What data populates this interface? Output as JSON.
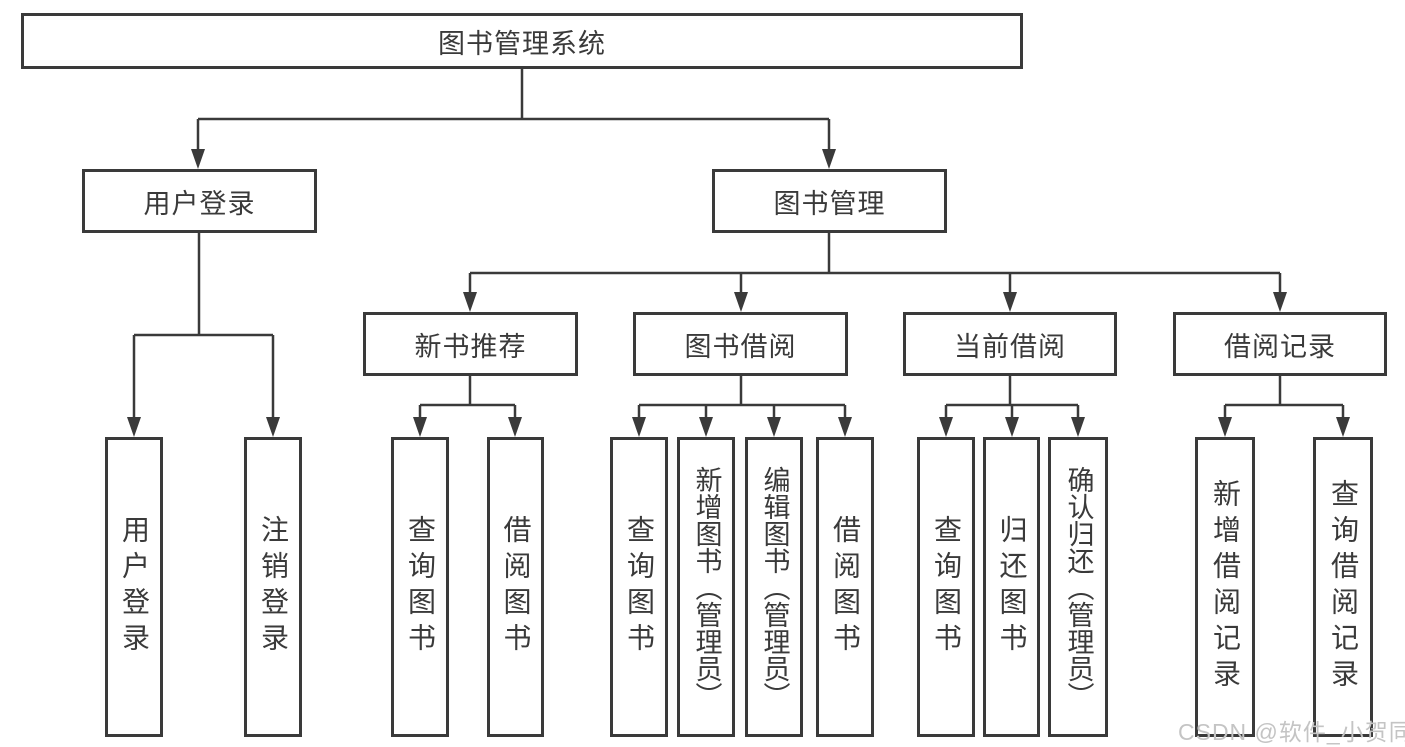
{
  "tree": {
    "root": "图书管理系统",
    "branches": [
      {
        "label": "用户登录",
        "children": [
          "用户登录",
          "注销登录"
        ]
      },
      {
        "label": "图书管理",
        "sections": [
          {
            "label": "新书推荐",
            "children": [
              "查询图书",
              "借阅图书"
            ]
          },
          {
            "label": "图书借阅",
            "children": [
              "查询图书",
              "新增图书（管理员）",
              "编辑图书（管理员）",
              "借阅图书"
            ]
          },
          {
            "label": "当前借阅",
            "children": [
              "查询图书",
              "归还图书",
              "确认归还（管理员）"
            ]
          },
          {
            "label": "借阅记录",
            "children": [
              "新增借阅记录",
              "查询借阅记录"
            ]
          }
        ]
      }
    ]
  },
  "watermark": {
    "text": "CSDN @软件_小贺同学"
  },
  "colors": {
    "line": "#3a3a3a",
    "text": "#3a3a3a",
    "background": "#ffffff",
    "watermark": "#c4c4c4"
  }
}
